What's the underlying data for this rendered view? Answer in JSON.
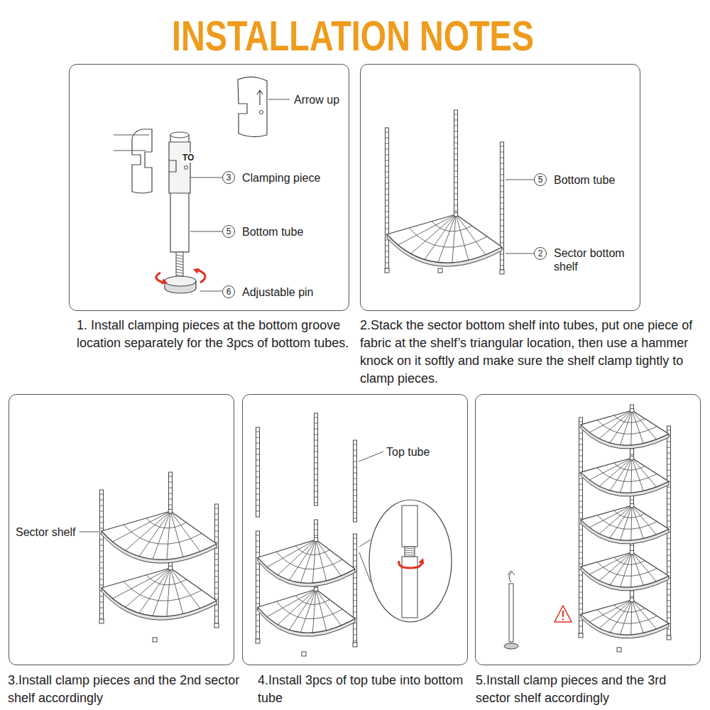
{
  "diagram": {
    "title": "INSTALLATION NOTES",
    "nodes": [
      {
        "text": [
          "1. Install clamping pieces at the bottom groove location separately for the 3pcs of bottom tubes."
        ]
      },
      {
        "text": [
          "2.Stack the sector bottom shelf into tubes, put one piece of fabric at the shelf’s triangular location, then use a hammer knock on it softly and make sure the shelf clamp tightly to clamp pieces."
        ]
      },
      {
        "text": [
          "3.Install clamp pieces and the 2nd sector shelf accordingly"
        ]
      },
      {
        "text": [
          "4.Install 3pcs of top tube into bottom tube"
        ]
      },
      {
        "text": [
          "5.Install clamp pieces and the 3rd sector shelf accordingly"
        ]
      }
    ],
    "labels": [
      "Arrow up",
      "3",
      "Clamping piece",
      "5",
      "Bottom tube",
      "6",
      "Adjustable pin",
      "5",
      "Bottom tube",
      "2",
      "Sector bottom shelf",
      "Sector shelf",
      "Top tube",
      "TO"
    ]
  }
}
